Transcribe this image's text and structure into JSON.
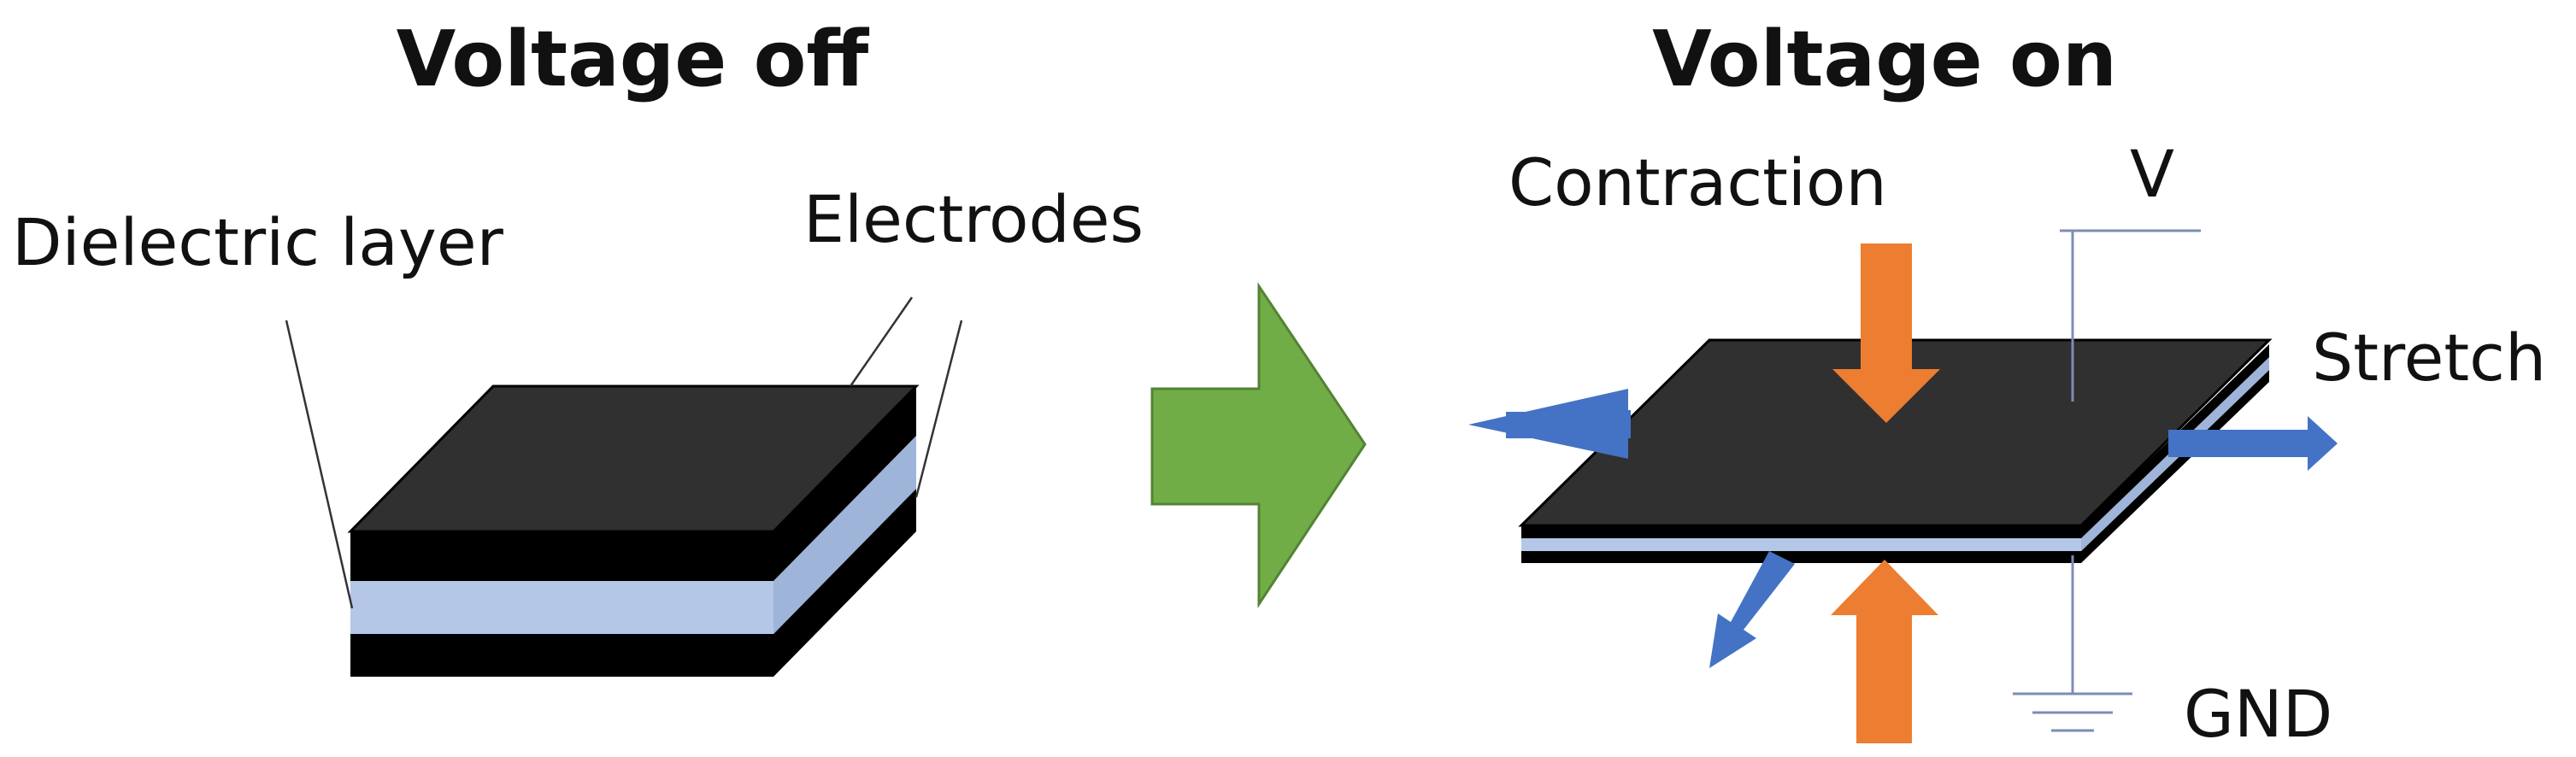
{
  "titles": {
    "off": "Voltage off",
    "on": "Voltage on"
  },
  "labels": {
    "dielectric_layer": "Dielectric layer",
    "electrodes": "Electrodes",
    "contraction": "Contraction",
    "voltage": "V",
    "stretch": "Stretch",
    "ground": "GND"
  },
  "colors": {
    "electrode_top": "#303030",
    "electrode_front": "#000000",
    "dielectric_front": "#B4C7E7",
    "dielectric_side": "#9EB4D8",
    "transition_arrow": "#70AD47",
    "contraction_arrow": "#ED7D31",
    "stretch_arrow": "#4472C4",
    "wire": "#7C8DB5"
  }
}
